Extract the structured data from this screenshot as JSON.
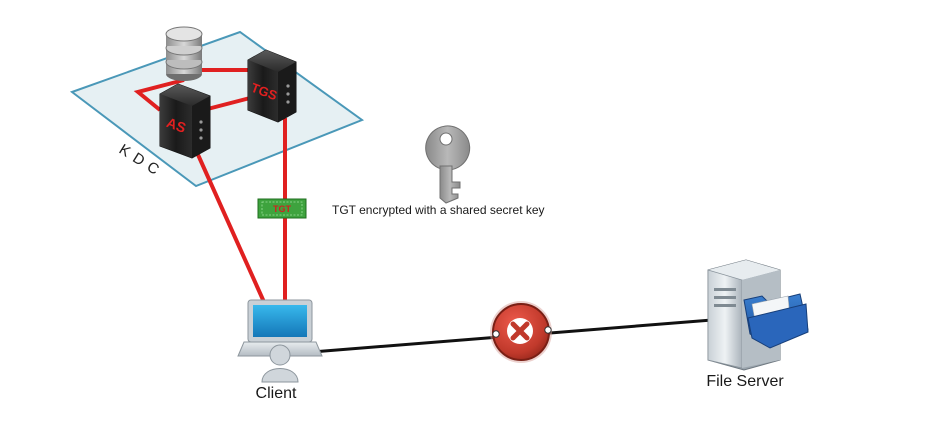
{
  "kdc": {
    "label": "KDC",
    "as_label": "AS",
    "tgs_label": "TGS"
  },
  "ticket": {
    "label": "TGT",
    "caption": "TGT encrypted with a shared secret key"
  },
  "client": {
    "label": "Client"
  },
  "file_server": {
    "label": "File Server"
  },
  "connection_status": {
    "icon": "blocked-x-icon"
  },
  "colors": {
    "kdc_line": "#e02020",
    "client_link": "#111111",
    "blocked": "#c0392b",
    "ticket": "#3ea33e",
    "kdc_plane": "#e6f0f3",
    "kdc_plane_border": "#4a98b8"
  }
}
